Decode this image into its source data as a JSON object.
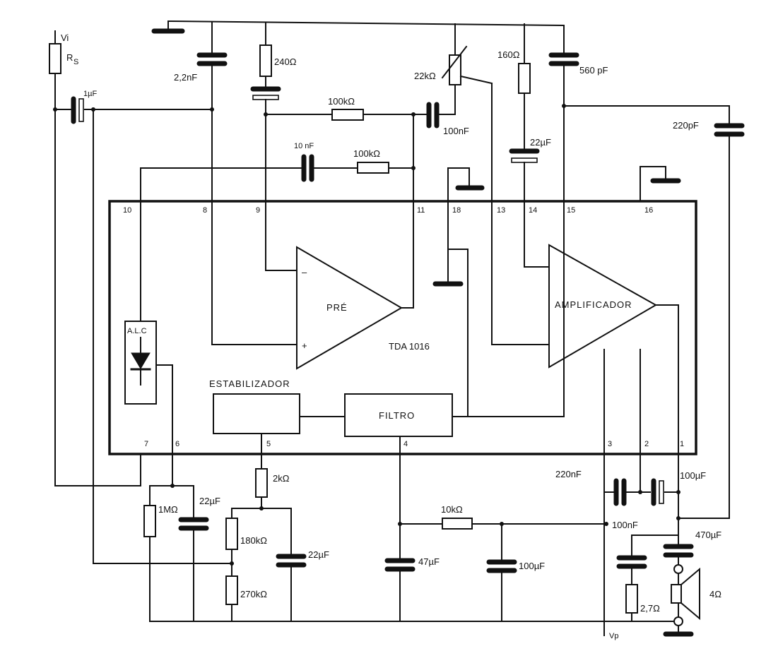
{
  "ic": {
    "part_number": "TDA 1016"
  },
  "blocks": {
    "pre_amp": "PRÉ",
    "amplifier": "AMPLIFICADOR",
    "alc": "A.L.C",
    "stabilizer": "ESTABILIZADOR",
    "filter": "FILTRO"
  },
  "opamp_inputs": {
    "minus": "–",
    "plus": "+"
  },
  "pins": [
    "10",
    "8",
    "9",
    "11",
    "18",
    "13",
    "14",
    "15",
    "16",
    "7",
    "6",
    "5",
    "4",
    "3",
    "2",
    "1"
  ],
  "nodes": {
    "input": "Vi",
    "supply": "Vp"
  },
  "components": {
    "rs": "R",
    "rs_sub": "S",
    "c_in": "1µF",
    "c_2n2": "2,2nF",
    "r_240": "240Ω",
    "r_100k_a": "100kΩ",
    "c_100n_a": "100nF",
    "pot_22k": "22kΩ",
    "r_160": "160Ω",
    "c_560p": "560 pF",
    "c_220p": "220pF",
    "c_10n": "10 nF",
    "r_100k_b": "100kΩ",
    "c_22u_a": "22µF",
    "r_1m": "1MΩ",
    "c_22u_b": "22µF",
    "r_2k": "2kΩ",
    "r_180k": "180kΩ",
    "c_22u_c": "22µF",
    "r_270k": "270kΩ",
    "c_47u": "47µF",
    "r_10k": "10kΩ",
    "c_100u_a": "100µF",
    "c_220n": "220nF",
    "c_100u_b": "100µF",
    "c_100n_b": "100nF",
    "c_470u": "470µF",
    "r_2_7": "2,7Ω",
    "speaker": "4Ω"
  }
}
